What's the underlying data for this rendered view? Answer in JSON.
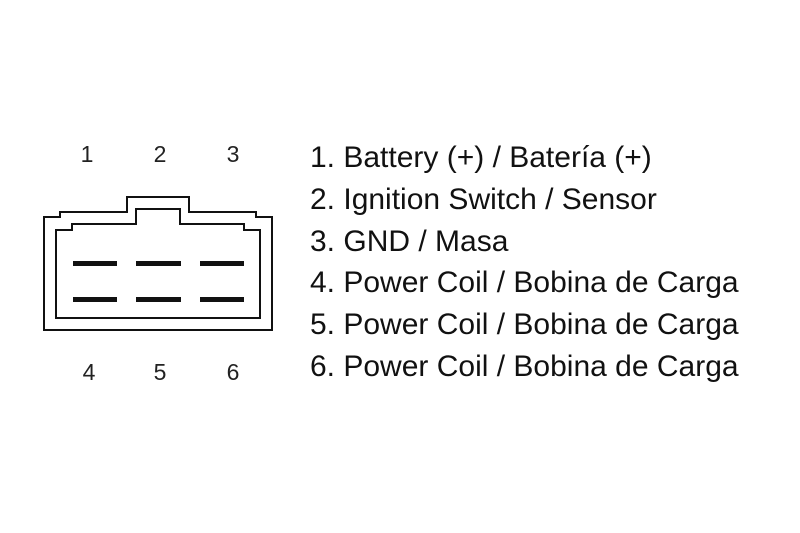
{
  "connector": {
    "top_pin_numbers": [
      "1",
      "2",
      "3"
    ],
    "bottom_pin_numbers": [
      "4",
      "5",
      "6"
    ]
  },
  "legend": {
    "items": [
      "1. Battery (+) / Batería (+)",
      "2. Ignition Switch / Sensor",
      "3. GND / Masa",
      "4. Power Coil / Bobina de Carga",
      "5. Power Coil / Bobina de Carga",
      "6. Power Coil / Bobina de Carga"
    ]
  },
  "colors": {
    "line": "#111111",
    "background": "#ffffff"
  }
}
